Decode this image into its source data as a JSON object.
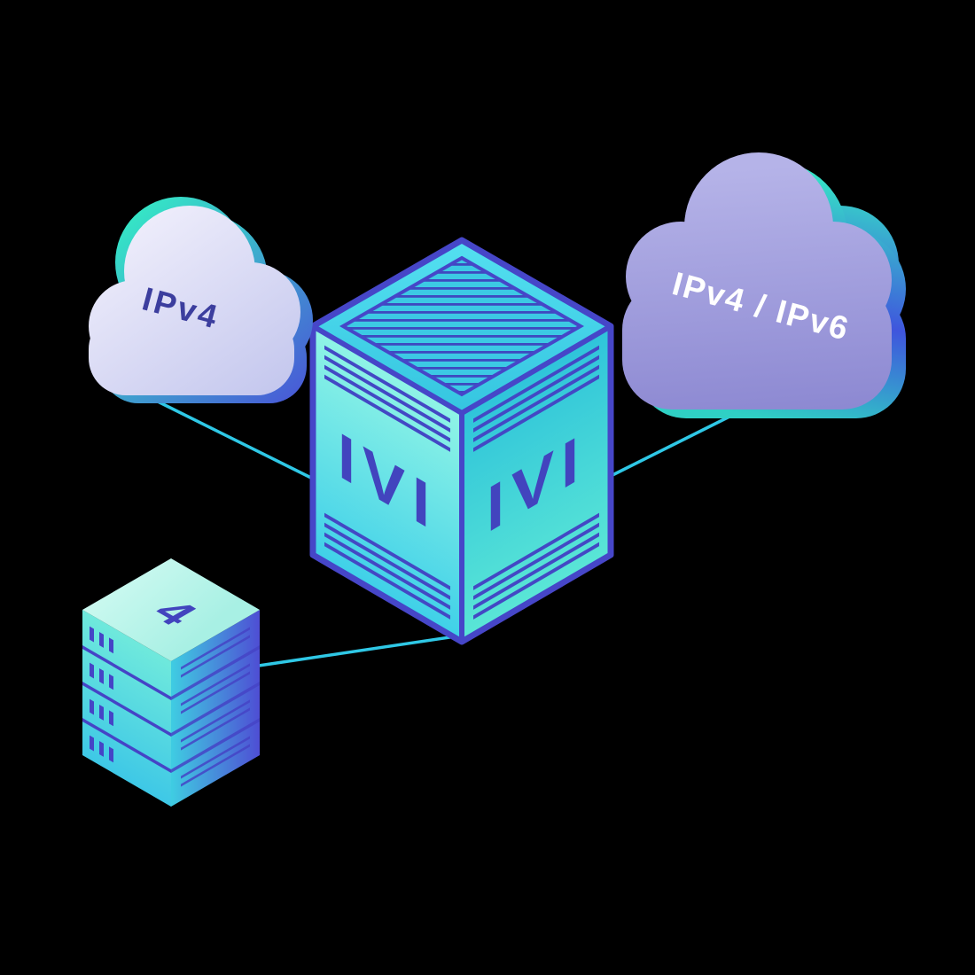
{
  "scene": {
    "kind": "isometric network illustration"
  },
  "labels": {
    "cloud_ipv4": "IPv4",
    "cloud_ipv4_ipv6": "IPv4 / IPv6",
    "box_left_face": "IVI",
    "box_right_face": "IVI",
    "server_top_glyph": "4"
  },
  "colors": {
    "background": "#000000",
    "line": "#2fc8e6",
    "edge": "#4646c8",
    "stripe": "#4348c4",
    "hatch": "#3e49c0",
    "hatch_base": "#3cc9e4",
    "indigo_text": "#4244be",
    "cloud_label_dark": "#3c3e9e",
    "cloud_label_light": "#ffffff",
    "teal_accent": "#35e6c6",
    "indigo_accent": "#4a4fd8",
    "blue_accent": "#3f55dd",
    "teal_deep": "#2fd0c4",
    "cloud_left_top": "#eeedfb",
    "cloud_left_bottom": "#c5c8ee",
    "cloud_right_top": "#b5b3e8",
    "cloud_right_bottom": "#8d89d2",
    "box_top_light": "#54e0f0",
    "box_top_dark": "#35c5e0",
    "box_left_light": "#90f4e6",
    "box_left_dark": "#3fd0e8",
    "box_right_light": "#5ae6d6",
    "box_right_dark": "#2fc4da",
    "server_top_light": "#d8fcf4",
    "server_top_dark": "#a8f0e4",
    "server_left_light": "#6fe9dc",
    "server_left_dark": "#3ec8e6",
    "server_right_teal": "#3fcde2",
    "server_right_indigo": "#4e4ed4",
    "server_detail": "#4544c6"
  }
}
